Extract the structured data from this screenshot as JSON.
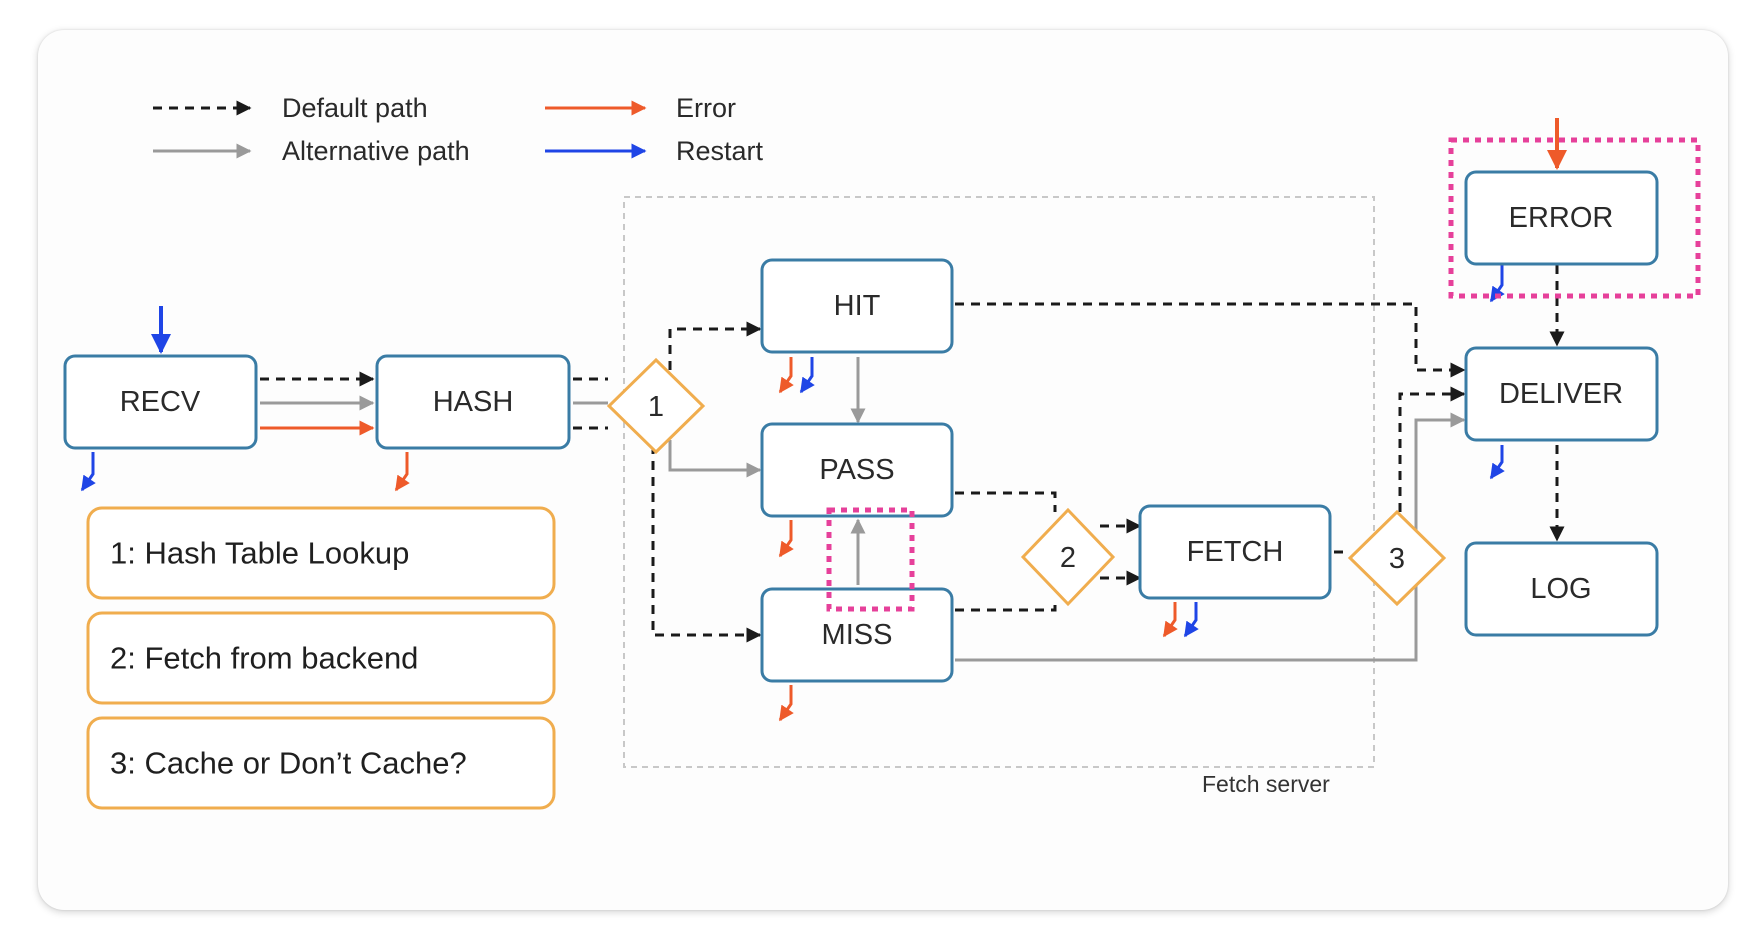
{
  "legend": {
    "default_path": "Default path",
    "alternative_path": "Alternative path",
    "error": "Error",
    "restart": "Restart"
  },
  "nodes": {
    "recv": "RECV",
    "hash": "HASH",
    "hit": "HIT",
    "pass": "PASS",
    "miss": "MISS",
    "fetch": "FETCH",
    "error": "ERROR",
    "deliver": "DELIVER",
    "log": "LOG"
  },
  "decisions": {
    "d1": "1",
    "d2": "2",
    "d3": "3"
  },
  "notes": [
    "1: Hash Table Lookup",
    "2: Fetch from backend",
    "3: Cache or Don’t Cache?"
  ],
  "zone_label": "Fetch server",
  "colors": {
    "default": "#1a1a1a",
    "alternative": "#9a9a9a",
    "error": "#ee5a2a",
    "restart": "#1f45e6",
    "node_border": "#3a7ca5",
    "decision_border": "#f0ad4e",
    "highlight": "#e6409a"
  }
}
